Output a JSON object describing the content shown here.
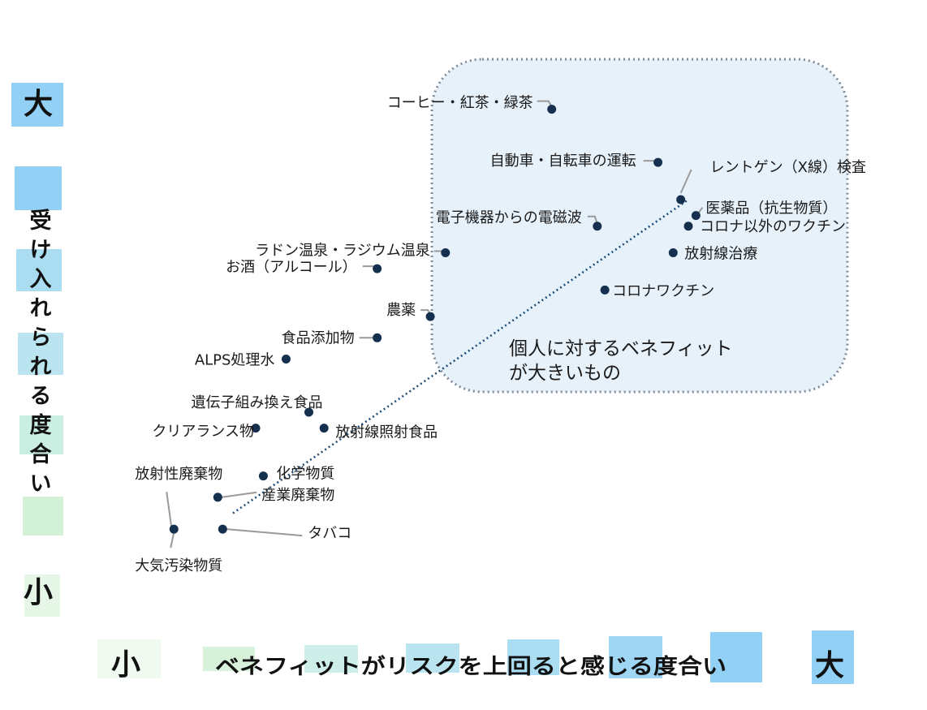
{
  "chart_data": {
    "type": "scatter",
    "title": "",
    "xlabel": "ベネフィットがリスクを上回ると感じる度合い",
    "ylabel": "受け入れられる度合い",
    "x_low": "小",
    "x_high": "大",
    "y_low": "小",
    "y_high": "大",
    "xlim": [
      0,
      100
    ],
    "ylim": [
      0,
      100
    ],
    "grid": false,
    "trend_line": {
      "x0": 20,
      "y0": 21,
      "x1": 80,
      "y1": 80
    },
    "highlight_box": {
      "x_range": [
        51,
        100
      ],
      "y_range": [
        49,
        100
      ],
      "label_lines": [
        "個人に対するベネフィット",
        "が大きいもの"
      ]
    },
    "points": [
      {
        "label": "コーヒー・紅茶・緑茶",
        "x": 62,
        "y": 97
      },
      {
        "label": "自動車・自転車の運転",
        "x": 76,
        "y": 87
      },
      {
        "label": "レントゲン（X線）検査",
        "x": 79,
        "y": 80
      },
      {
        "label": "医薬品（抗生物質）",
        "x": 81,
        "y": 77
      },
      {
        "label": "コロナ以外のワクチン",
        "x": 80,
        "y": 75
      },
      {
        "label": "電子機器からの電磁波",
        "x": 68,
        "y": 75
      },
      {
        "label": "放射線治療",
        "x": 78,
        "y": 70
      },
      {
        "label": "コロナワクチン",
        "x": 69,
        "y": 63
      },
      {
        "label": "ラドン温泉・ラジウム温泉",
        "x": 48,
        "y": 70
      },
      {
        "label": "お酒（アルコール）",
        "x": 39,
        "y": 67
      },
      {
        "label": "農薬",
        "x": 46,
        "y": 58
      },
      {
        "label": "食品添加物",
        "x": 39,
        "y": 54
      },
      {
        "label": "ALPS処理水",
        "x": 27,
        "y": 50
      },
      {
        "label": "遺伝子組み換え食品",
        "x": 30,
        "y": 40
      },
      {
        "label": "クリアランス物",
        "x": 23,
        "y": 37
      },
      {
        "label": "放射線照射食品",
        "x": 32,
        "y": 37
      },
      {
        "label": "化学物質",
        "x": 24,
        "y": 28
      },
      {
        "label": "産業廃棄物",
        "x": 18,
        "y": 24
      },
      {
        "label": "放射性廃棄物",
        "x": 15,
        "y": 18
      },
      {
        "label": "大気汚染物質",
        "x": 15,
        "y": 18
      },
      {
        "label": "タバコ",
        "x": 18,
        "y": 18
      }
    ]
  },
  "colors": {
    "point": "#15304f",
    "trend": "#1f4e79",
    "box_fill": "#e6f1fa",
    "box_stroke": "#7f8c9b",
    "leader": "#9a9a9a",
    "x_axis_blocks": [
      "#d3f0d7",
      "#d3f0d7",
      "#c9ece8",
      "#b3e2ee",
      "#a2d9f1",
      "#93d2f3",
      "#86ccf4"
    ],
    "y_axis_blocks": [
      "#86ccf4",
      "#86ccf4",
      "#a2d9f1",
      "#b3e2ee",
      "#c5ecdf",
      "#cdefd3",
      "#d3f0d7"
    ]
  }
}
